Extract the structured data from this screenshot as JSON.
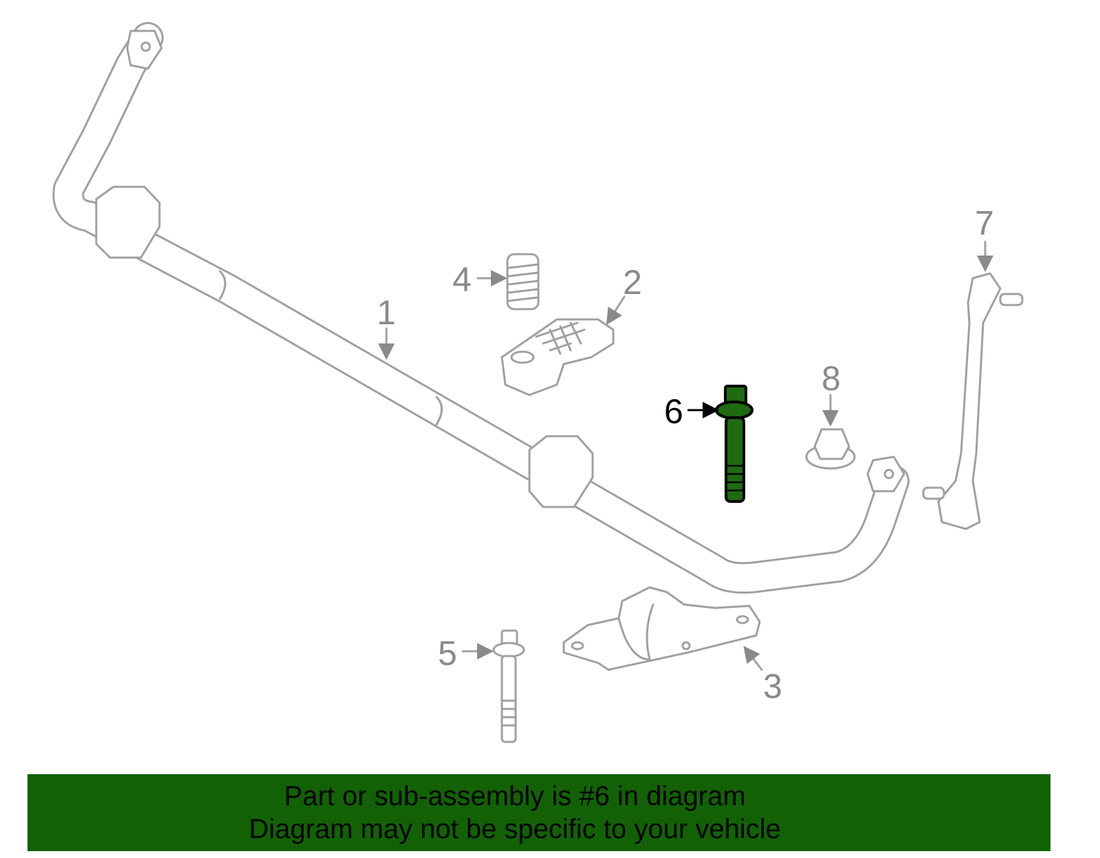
{
  "colors": {
    "highlight": "#1e6b10",
    "banner": "#126205",
    "outline": "#a0a0a0"
  },
  "callouts": {
    "p1": "1",
    "p2": "2",
    "p3": "3",
    "p4": "4",
    "p5": "5",
    "p6": "6",
    "p7": "7",
    "p8": "8"
  },
  "highlighted_part": "6",
  "banner": {
    "line1": "Part or sub-assembly is #6 in diagram",
    "line2": "Diagram may not be specific to your vehicle"
  }
}
